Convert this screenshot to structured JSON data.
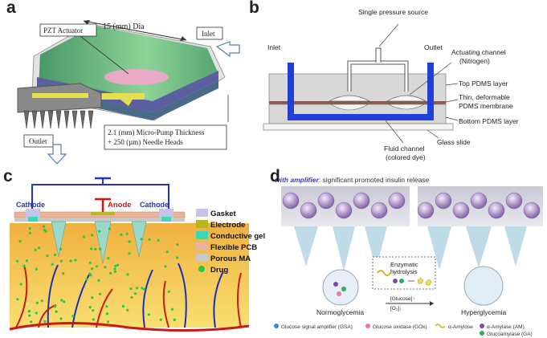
{
  "panels": {
    "a": {
      "label": "a",
      "dia": "15 (mm) Dia",
      "actuator": "PZT Actuator",
      "inlet": "Inlet",
      "outlet": "Outlet",
      "thickness_line1": "2.1 (mm) Micro-Pump Thickness",
      "thickness_line2": "+ 250 (µm) Needle Heads"
    },
    "b": {
      "label": "b",
      "pressure": "Single pressure source",
      "inlet": "Inlet",
      "outlet": "Outlet",
      "actuating1": "Actuating channel",
      "actuating2": "(Nitrogen)",
      "top_layer": "Top PDMS layer",
      "membrane1": "Thin, deformable",
      "membrane2": "PDMS membrane",
      "bottom_layer": "Bottom PDMS layer",
      "glass": "Glass slide",
      "fluid1": "Fluid channel",
      "fluid2": "(colored dye)"
    },
    "c": {
      "label": "c",
      "cathode_left": "Cathode",
      "anode": "Anode",
      "cathode_right": "Cathode",
      "legend": [
        {
          "label": "Gasket",
          "color": "#c7c3ea"
        },
        {
          "label": "Electrode",
          "color": "#b8b81e"
        },
        {
          "label": "Conductive gel",
          "color": "#37d9b8"
        },
        {
          "label": "Flexible PCB",
          "color": "#e8b49a"
        },
        {
          "label": "Porous MA",
          "color": "#c8c8c8"
        },
        {
          "label": "Drug",
          "color": "#22cc44"
        }
      ]
    },
    "d": {
      "label": "d",
      "header_bold": "with amplifier",
      "header_rest": ": significant promoted  insulin release",
      "enzymatic1": "Enzymatic",
      "enzymatic2": "hydrolysis",
      "normo": "Normoglycemia",
      "hyper": "Hyperglycemia",
      "glucose": "[Glucose]↑",
      "o2": "[O₂]↓",
      "legend": {
        "gsa": "Glucose signal amplifier (GSA)",
        "gox": "Glucose oxidase (GOx)",
        "amylose": "α-Amylose",
        "am": "α-Amylase (AM)",
        "ga": "Glucoamylase (GA)"
      }
    }
  },
  "colors": {
    "channel_blue": "#1f3fd6",
    "pdms_gray": "#d8d8d8",
    "membrane_brown": "#8a5a4a",
    "wire_blue": "#2233cc",
    "anode_red": "#e01010",
    "skin": "#f4c94a"
  }
}
